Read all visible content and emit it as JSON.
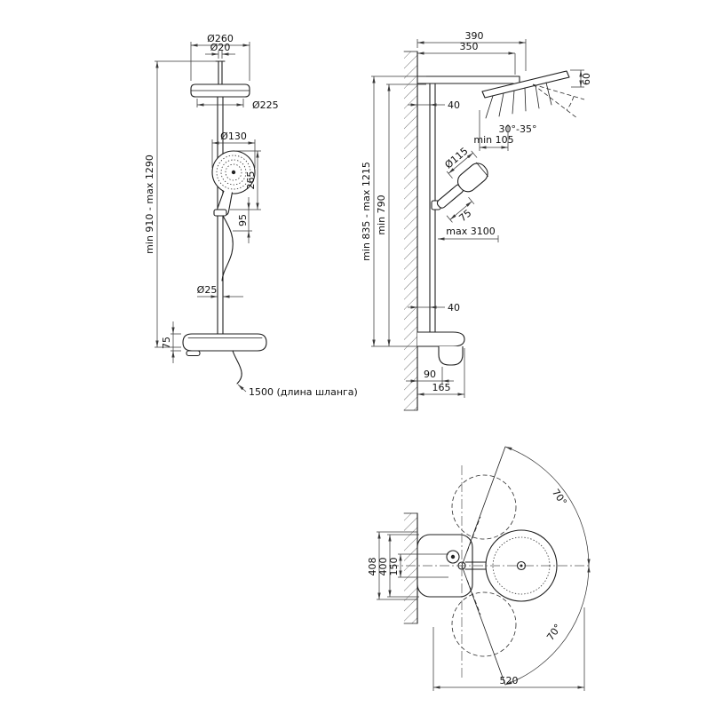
{
  "front": {
    "head_diameter": "Ø260",
    "pipe_diameter": "Ø20",
    "plate_diameter": "Ø225",
    "hand_shower_diameter": "Ø130",
    "hand_shower_length": "265",
    "holder_offset": "95",
    "column_diameter": "Ø25",
    "shelf_thickness": "75",
    "height_range": "min 910 - max 1290",
    "hose_length": "1500 (длина шланга)"
  },
  "side": {
    "arm_total": "390",
    "arm_to_center": "350",
    "head_height": "60",
    "spray_angle": "30°-35°",
    "head_clearance": "min 105",
    "wall_offset_top": "40",
    "hand_shower_diameter": "Ø115",
    "hand_shower_width": "75",
    "hose_max": "max 3100",
    "height_range": "min 835 - max 1215",
    "column_height": "min 790",
    "wall_offset_bottom": "40",
    "mixer_depth": "90",
    "shelf_depth": "165"
  },
  "top": {
    "depth_outer": "408",
    "depth_inner": "400",
    "center_offset": "150",
    "swivel_up": "70°",
    "swivel_down": "70°",
    "reach": "520"
  }
}
